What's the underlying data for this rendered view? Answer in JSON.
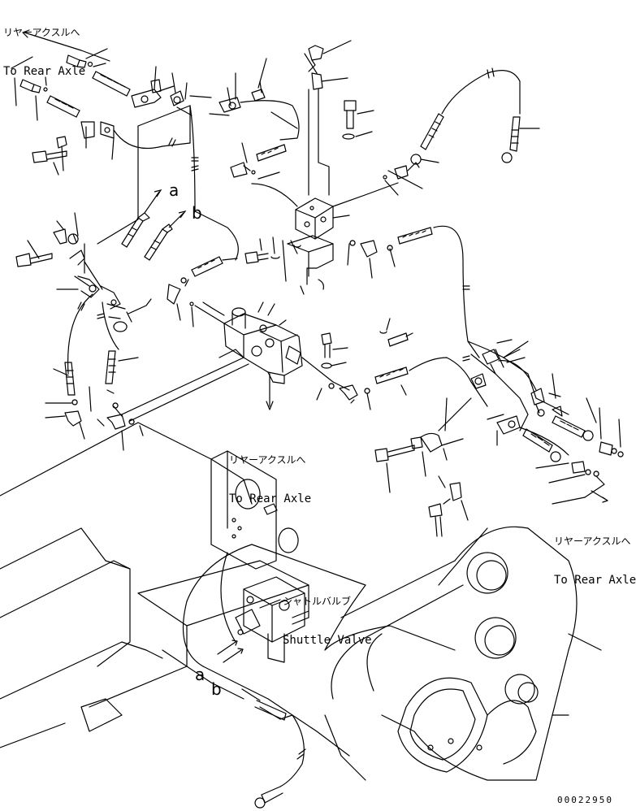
{
  "labels": {
    "rear_axle_top_left": {
      "jp": "リヤーアクスルへ",
      "en": "To Rear Axle"
    },
    "rear_axle_center": {
      "jp": "リヤーアクスルへ",
      "en": "To Rear Axle"
    },
    "rear_axle_right": {
      "jp": "リヤーアクスルへ",
      "en": "To Rear Axle"
    },
    "shuttle_valve": {
      "jp": "シャトルバルブ",
      "en": "Shuttle Valve"
    }
  },
  "port_markers": {
    "upper_a": "a",
    "upper_b": "b",
    "lower_a": "a",
    "lower_b": "b"
  },
  "drawing_code": "00022950"
}
